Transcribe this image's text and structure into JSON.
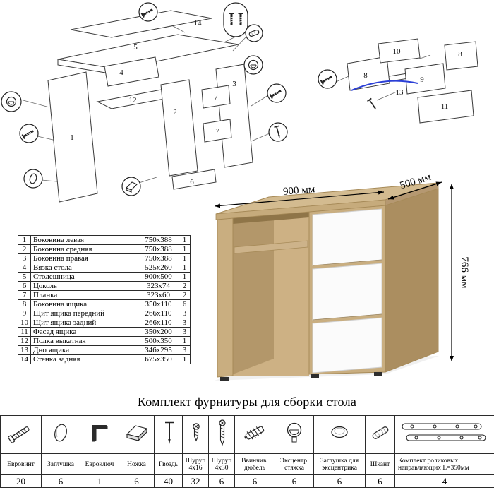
{
  "labels": {
    "p1": "1",
    "p2": "2",
    "p3": "3",
    "p4": "4",
    "p5": "5",
    "p6": "6",
    "p7": "7",
    "p8": "8",
    "p9": "9",
    "p10": "10",
    "p11": "11",
    "p12": "12",
    "p13": "13",
    "p14": "14"
  },
  "parts": {
    "rows": [
      {
        "num": "1",
        "name": "Боковина левая",
        "size": "750х388",
        "qty": "1"
      },
      {
        "num": "2",
        "name": "Боковина средняя",
        "size": "750х388",
        "qty": "1"
      },
      {
        "num": "3",
        "name": "Боковина правая",
        "size": "750х388",
        "qty": "1"
      },
      {
        "num": "4",
        "name": "Вязка стола",
        "size": "525х260",
        "qty": "1"
      },
      {
        "num": "5",
        "name": "Столешница",
        "size": "900х500",
        "qty": "1"
      },
      {
        "num": "6",
        "name": "Цоколь",
        "size": "323х74",
        "qty": "2"
      },
      {
        "num": "7",
        "name": "Планка",
        "size": "323х60",
        "qty": "2"
      },
      {
        "num": "8",
        "name": "Боковина ящика",
        "size": "350х110",
        "qty": "6"
      },
      {
        "num": "9",
        "name": "Щит ящика передний",
        "size": "266х110",
        "qty": "3"
      },
      {
        "num": "10",
        "name": "Щит ящика задний",
        "size": "266х110",
        "qty": "3"
      },
      {
        "num": "11",
        "name": "Фасад ящика",
        "size": "350х200",
        "qty": "3"
      },
      {
        "num": "12",
        "name": "Полка выкатная",
        "size": "500х350",
        "qty": "1"
      },
      {
        "num": "13",
        "name": "Дно ящика",
        "size": "346х295",
        "qty": "3"
      },
      {
        "num": "14",
        "name": "Стенка задняя",
        "size": "675х350",
        "qty": "1"
      }
    ]
  },
  "desk": {
    "width": "900 мм",
    "depth": "500 мм",
    "height": "766 мм"
  },
  "hardware": {
    "title": "Комплект фурнитуры для сборки стола",
    "items": [
      {
        "name": "Евровинт",
        "qty": "20",
        "icon": "euro-screw-icon"
      },
      {
        "name": "Заглушка",
        "qty": "6",
        "icon": "cap-icon"
      },
      {
        "name": "Евроключ",
        "qty": "1",
        "icon": "hex-key-icon"
      },
      {
        "name": "Ножка",
        "qty": "6",
        "icon": "foot-icon"
      },
      {
        "name": "Гвоздь",
        "qty": "40",
        "icon": "nail-icon"
      },
      {
        "name": "Шуруп 4х16",
        "qty": "32",
        "icon": "screw-short-icon"
      },
      {
        "name": "Шуруп 4х30",
        "qty": "6",
        "icon": "screw-long-icon"
      },
      {
        "name": "Ввинчив. дюбель",
        "qty": "6",
        "icon": "threaded-dowel-icon"
      },
      {
        "name": "Эксцентр. стяжка",
        "qty": "6",
        "icon": "cam-lock-icon"
      },
      {
        "name": "Заглушка для эксцентрика",
        "qty": "6",
        "icon": "cam-cap-icon"
      },
      {
        "name": "Шкант",
        "qty": "6",
        "icon": "wood-dowel-icon"
      },
      {
        "name": "Комплект роликовых направляющих L=350мм",
        "qty": "4",
        "icon": "drawer-slides-icon"
      }
    ]
  }
}
